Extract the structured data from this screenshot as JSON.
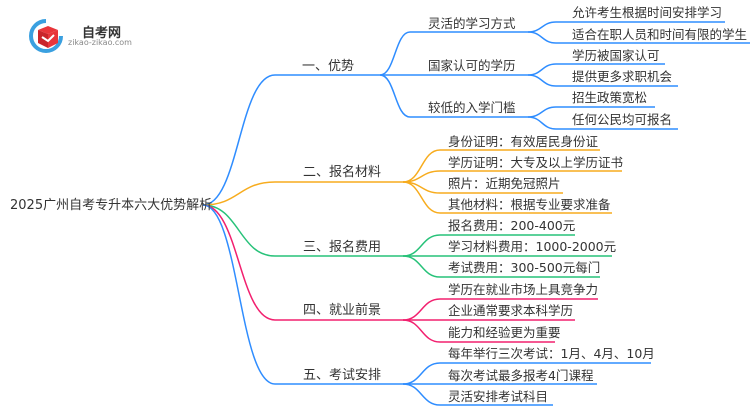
{
  "logo": {
    "name": "自考网",
    "url": "zikao-zikao.com"
  },
  "root": "2025广州自考专升本六大优势解析",
  "colors": {
    "blue": "#2f8dff",
    "orange": "#f7ac1e",
    "green": "#27c279",
    "pink": "#f2206f"
  },
  "branches": [
    {
      "label": "一、优势",
      "color": "#2f8dff",
      "children": [
        {
          "label": "灵活的学习方式",
          "children": [
            "允许考生根据时间安排学习",
            "适合在职人员和时间有限的学生"
          ]
        },
        {
          "label": "国家认可的学历",
          "children": [
            "学历被国家认可",
            "提供更多求职机会"
          ]
        },
        {
          "label": "较低的入学门槛",
          "children": [
            "招生政策宽松",
            "任何公民均可报名"
          ]
        }
      ]
    },
    {
      "label": "二、报名材料",
      "color": "#f7ac1e",
      "children": [
        "身份证明：有效居民身份证",
        "学历证明：大专及以上学历证书",
        "照片：近期免冠照片",
        "其他材料：根据专业要求准备"
      ]
    },
    {
      "label": "三、报名费用",
      "color": "#27c279",
      "children": [
        "报名费用：200-400元",
        "学习材料费用：1000-2000元",
        "考试费用：300-500元每门"
      ]
    },
    {
      "label": "四、就业前景",
      "color": "#f2206f",
      "children": [
        "学历在就业市场上具竞争力",
        "企业通常要求本科学历",
        "能力和经验更为重要"
      ]
    },
    {
      "label": "五、考试安排",
      "color": "#2f8dff",
      "children": [
        "每年举行三次考试：1月、4月、10月",
        "每次考试最多报考4门课程",
        "灵活安排考试科目"
      ]
    }
  ]
}
